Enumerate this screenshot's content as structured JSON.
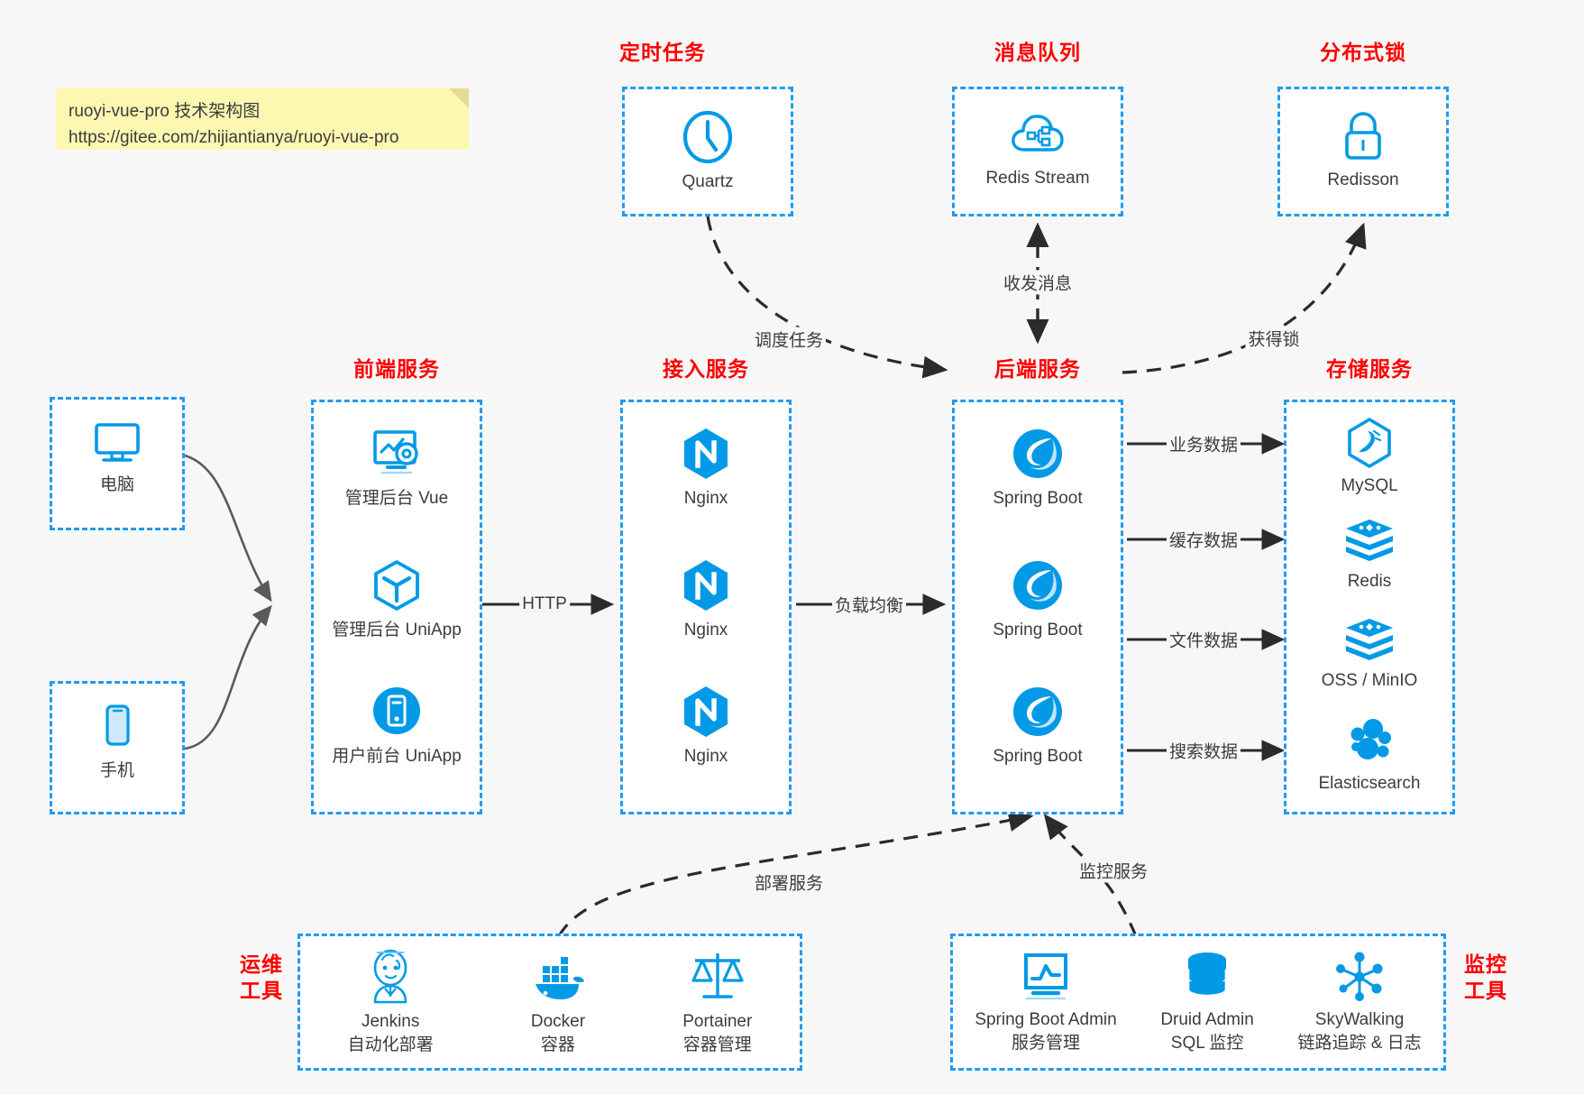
{
  "note": {
    "line1": "ruoyi-vue-pro 技术架构图",
    "line2": "https://gitee.com/zhijiantianya/ruoyi-vue-pro"
  },
  "groups": {
    "scheduler": {
      "title": "定时任务",
      "nodes": [
        {
          "label": "Quartz",
          "icon": "clock-icon"
        }
      ]
    },
    "mq": {
      "title": "消息队列",
      "nodes": [
        {
          "label": "Redis Stream",
          "icon": "cloud-node-icon"
        }
      ]
    },
    "lock": {
      "title": "分布式锁",
      "nodes": [
        {
          "label": "Redisson",
          "icon": "lock-icon"
        }
      ]
    },
    "clients": {
      "nodes": [
        {
          "label": "电脑",
          "icon": "desktop-icon"
        },
        {
          "label": "手机",
          "icon": "phone-icon"
        }
      ]
    },
    "frontend": {
      "title": "前端服务",
      "nodes": [
        {
          "label": "管理后台 Vue",
          "icon": "dashboard-gear-icon"
        },
        {
          "label": "管理后台 UniApp",
          "icon": "cube-icon"
        },
        {
          "label": "用户前台 UniApp",
          "icon": "mobile-round-icon"
        }
      ]
    },
    "gateway": {
      "title": "接入服务",
      "nodes": [
        {
          "label": "Nginx",
          "icon": "nginx-icon"
        },
        {
          "label": "Nginx",
          "icon": "nginx-icon"
        },
        {
          "label": "Nginx",
          "icon": "nginx-icon"
        }
      ]
    },
    "backend": {
      "title": "后端服务",
      "nodes": [
        {
          "label": "Spring Boot",
          "icon": "spring-icon"
        },
        {
          "label": "Spring Boot",
          "icon": "spring-icon"
        },
        {
          "label": "Spring Boot",
          "icon": "spring-icon"
        }
      ]
    },
    "storage": {
      "title": "存储服务",
      "nodes": [
        {
          "label": "MySQL",
          "icon": "mysql-icon"
        },
        {
          "label": "Redis",
          "icon": "redis-icon"
        },
        {
          "label": "OSS / MinIO",
          "icon": "redis-icon"
        },
        {
          "label": "Elasticsearch",
          "icon": "elasticsearch-icon"
        }
      ]
    },
    "devops": {
      "title": "运维\n工具",
      "nodes": [
        {
          "label": "Jenkins\n自动化部署",
          "icon": "jenkins-icon"
        },
        {
          "label": "Docker\n容器",
          "icon": "docker-icon"
        },
        {
          "label": "Portainer\n容器管理",
          "icon": "scales-icon"
        }
      ]
    },
    "monitor": {
      "title": "监控\n工具",
      "nodes": [
        {
          "label": "Spring Boot Admin\n服务管理",
          "icon": "monitor-chart-icon"
        },
        {
          "label": "Druid Admin\nSQL 监控",
          "icon": "database-icon"
        },
        {
          "label": "SkyWalking\n链路追踪 & 日志",
          "icon": "skywalking-icon"
        }
      ]
    }
  },
  "edges": [
    {
      "name": "scheduler-to-backend",
      "label": "调度任务"
    },
    {
      "name": "mq-to-backend",
      "label": "收发消息"
    },
    {
      "name": "backend-to-lock",
      "label": "获得锁"
    },
    {
      "name": "frontend-to-gateway",
      "label": "HTTP"
    },
    {
      "name": "gateway-to-backend",
      "label": "负载均衡"
    },
    {
      "name": "backend-to-mysql",
      "label": "业务数据"
    },
    {
      "name": "backend-to-redis",
      "label": "缓存数据"
    },
    {
      "name": "backend-to-oss",
      "label": "文件数据"
    },
    {
      "name": "backend-to-es",
      "label": "搜索数据"
    },
    {
      "name": "devops-to-backend",
      "label": "部署服务"
    },
    {
      "name": "monitor-to-backend",
      "label": "监控服务"
    }
  ],
  "colors": {
    "accent_blue": "#1f9bf0",
    "icon_blue": "#029ae6",
    "title_red": "#ff0000",
    "edge_dark": "#2b2b2b",
    "background": "#f7f7f7",
    "note_yellow": "#fdf7b2"
  }
}
